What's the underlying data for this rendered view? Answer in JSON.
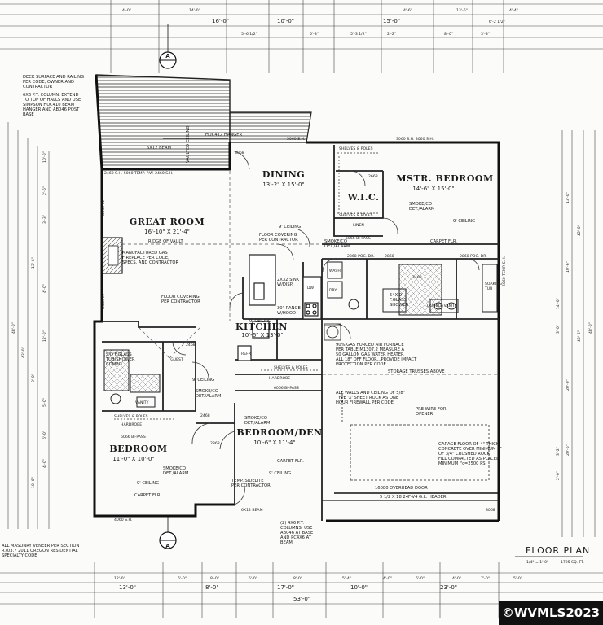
{
  "title": "FLOOR PLAN",
  "scale": "1/4\" = 1'-0\"",
  "area": "1725 SQ. FT.",
  "watermark": "©WVMLS2023",
  "section_top": "A",
  "section_bottom": "A",
  "rooms": {
    "great_room": {
      "name": "GREAT ROOM",
      "size": "16'-10\" X 21'-4\""
    },
    "dining": {
      "name": "DINING",
      "size": "13'-2\" X 15'-0\""
    },
    "mstr_bedroom": {
      "name": "MSTR. BEDROOM",
      "size": "14'-6\" X 15'-0\""
    },
    "wic": {
      "name": "W.I.C."
    },
    "kitchen": {
      "name": "KITCHEN",
      "size": "10'-6\" X 13'-0\""
    },
    "bedroom": {
      "name": "BEDROOM",
      "size": "11'-0\" X 10'-0\""
    },
    "bedroom_den": {
      "name": "BEDROOM/DEN",
      "size": "10'-6\" X 11'-4\""
    },
    "linen": {
      "name": "LINEN"
    },
    "guest": {
      "name": "GUEST"
    }
  },
  "notes": {
    "deck": [
      "DECK SURFACE AND RAILING",
      "PER CODE, OWNER AND",
      "CONTRACTOR"
    ],
    "column": [
      "6X6 P.T. COLUMN. EXTEND",
      "TO TOP OF HALLS AND USE",
      "SIMPSON HUC410 BEAM",
      "HANGER AND AB046 POST",
      "BASE"
    ],
    "beam": "6X12 BEAM",
    "hanger": "HUC412 HANGER",
    "fireplace": [
      "MANUFACTURED GAS",
      "FIREPLACE PER CODE,",
      "SPECS. AND CONTRACTOR"
    ],
    "ridge": "RIDGE OF VAULT",
    "vaulted": "VAULTED CEILING",
    "floor_cov_great": [
      "FLOOR COVERING",
      "PER CONTRACTOR"
    ],
    "floor_cov_dining": [
      "FLOOR COVERING",
      "PER CONTRACTOR"
    ],
    "ceiling9": "9' CEILING",
    "carpet": "CARPET FLR.",
    "smoke": [
      "SMOKE/CO",
      "DET./ALARM"
    ],
    "furnace": [
      "90% GAS FORCED AIR FURNACE",
      "PER TABLE M1307.2 MEASURE A",
      "50 GALLON GAS WATER HEATER",
      "ALL 18\" OFF FLOOR...PROVIDE IMPACT",
      "PROTECTION PER CODE."
    ],
    "storage": "STORAGE TRUSSES ABOVE",
    "halls": [
      "ALL WALLS AND CEILING OF 5/8\"",
      "TYPE 'X' SHEET ROCK AS ONE",
      "HOUR FIREWALL PER CODE"
    ],
    "prewire": [
      "PRE-WIRE FOR",
      "OPENER"
    ],
    "garage_floor": [
      "GARAGE FLOOR OF 4\" THICK",
      "CONCRETE OVER MINIMUM 4\"",
      "OF 3/4\" CRUSHED ROCK",
      "FILL COMPACTED AS PLACED",
      "MINIMUM f'c=2500 PSI"
    ],
    "overhead": "16080 OVERHEAD DOOR",
    "header": "5 1/2 X 18 24F-V4 G.L. HEADER",
    "sidelite": [
      "TEMP. SIDELITE",
      "PER CONTRACTOR"
    ],
    "columns_pt": [
      "(2) 4X6 P.T.",
      "COLUMNS. USE",
      "AB046 AT BASE",
      "AND PC4X6 AT",
      "BEAM"
    ],
    "masonry": [
      "ALL MASONRY VENEER PER SECTION",
      "R703.7 2011 OREGON RESIDENTIAL",
      "SPECIALTY CODE"
    ],
    "range": [
      "30\" RANGE",
      "W/HOOD"
    ],
    "sink": [
      "2X32 SINK",
      "W/DISP."
    ],
    "shower": [
      "S/D F.GLASS",
      "TUB/SHOWER",
      "COMBO"
    ],
    "mstr_shower": [
      "54X 9",
      "F.GLASS",
      "SHOWER"
    ],
    "shelves": "SHELVES & POLES",
    "hardrobe": "HARDROBE",
    "bipass6066": "6066 BI-PASS",
    "bipass5066": "5066 BI-PASS",
    "double_vanity": "DOUBLE VANITY",
    "vanity": "VANITY",
    "soaking": [
      "SOAKING",
      "TUB"
    ],
    "fridge": "REFR",
    "dw": "DW",
    "wash": "WASH",
    "dry": "DRY"
  },
  "door_tags": {
    "d2460": "2460 S.H. 5060 TEMP. P.W. 2460 S.H.",
    "d3068": "3068",
    "d5060sh": "5060 S.H.",
    "d3060sh": "3060 S.H. 3060 S.H.",
    "d2868poc": "2868 POC. DR.",
    "d2868": "2868",
    "d2468": "2468",
    "d3068b": "3068",
    "d4060": "4060 S.H.",
    "d6012": "6X12 BEAM",
    "d2668": "2668",
    "d2468b": "2468",
    "d2468c": "2468",
    "d2868b": "2868",
    "d5060temp": "5060 TEMP. S.H."
  },
  "built_in": "BUILT-IN",
  "dims_top": [
    "4'-0\"",
    "14'-0\"",
    "5'-6 1/2\"",
    "5'-3\"",
    "5'-3 1/2\"",
    "2'-2\"",
    "4'-6\"",
    "13'-6\"",
    "8'-0\"",
    "3'-3\"",
    "4'-4\"",
    "6'-2 1/2\""
  ],
  "dims_top2": [
    "16'-0\"",
    "10'-0\"",
    "15'-0\""
  ],
  "dims_bottom": [
    "12'-0\"",
    "6'-0\"",
    "8'-0\"",
    "5'-0\"",
    "8'-0\"",
    "5'-4\"",
    "4'-0\"",
    "6'-0\"",
    "4'-0\"",
    "7'-0\"",
    "5'-0\""
  ],
  "dims_bottom2": [
    "13'-0\"",
    "8'-0\"",
    "17'-0\"",
    "10'-0\"",
    "23'-0\""
  ],
  "dims_bottom_total": "53'-0\"",
  "dims_left": [
    "10'-0\"",
    "2'-6\"",
    "3'-3\"",
    "13'-6\"",
    "4'-0\"",
    "12'-0\"",
    "9'-0\"",
    "5'-0\"",
    "6'-0\"",
    "4'-0\"",
    "10'-6\""
  ],
  "dims_left_total": [
    "48'-0\"",
    "43'-0\""
  ],
  "dims_right": [
    "13'-0\"",
    "10'-6\"",
    "14'-0\"",
    "3'-0\"",
    "20'-0\"",
    "3'-2\"",
    "2'-0\"",
    "20'-6\""
  ],
  "dims_right_total": [
    "42'-0\"",
    "43'-6\"",
    "48'-0\""
  ]
}
